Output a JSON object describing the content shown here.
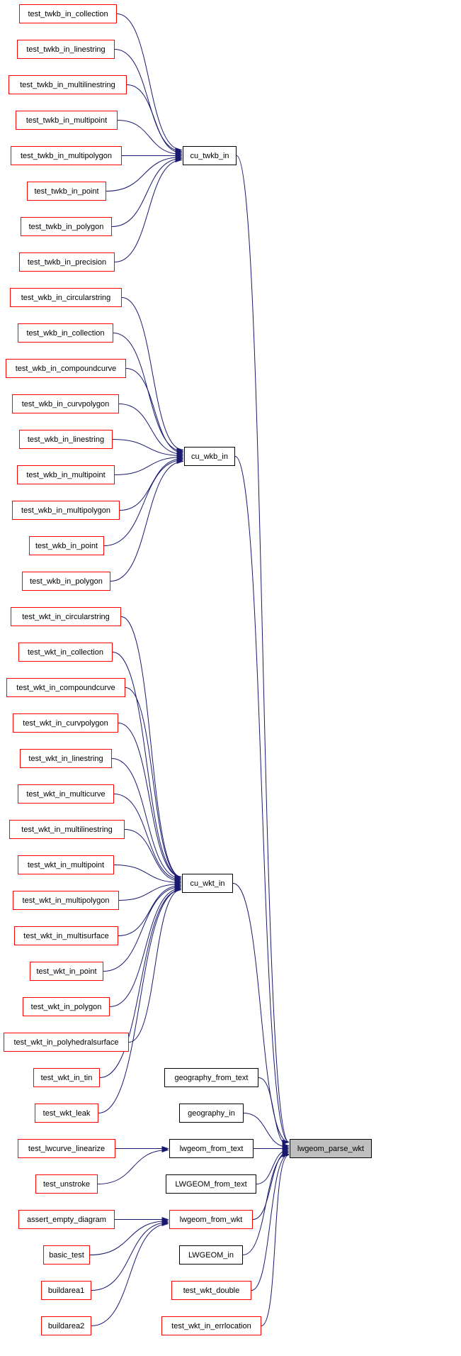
{
  "diagram": {
    "type": "call-graph",
    "target_function": "lwgeom_parse_wkt"
  },
  "colors": {
    "background": "#ffffff",
    "node_border": "#000000",
    "truncated_node_border": "#ff0000",
    "target_node_fill": "#bfbfbf",
    "edge": "#191970",
    "text": "#000000"
  },
  "nodes": {
    "test_twkb_in_collection": "test_twkb_in_collection",
    "test_twkb_in_linestring": "test_twkb_in_linestring",
    "test_twkb_in_multilinestring": "test_twkb_in_multilinestring",
    "test_twkb_in_multipoint": "test_twkb_in_multipoint",
    "test_twkb_in_multipolygon": "test_twkb_in_multipolygon",
    "test_twkb_in_point": "test_twkb_in_point",
    "test_twkb_in_polygon": "test_twkb_in_polygon",
    "test_twkb_in_precision": "test_twkb_in_precision",
    "cu_twkb_in": "cu_twkb_in",
    "test_wkb_in_circularstring": "test_wkb_in_circularstring",
    "test_wkb_in_collection": "test_wkb_in_collection",
    "test_wkb_in_compoundcurve": "test_wkb_in_compoundcurve",
    "test_wkb_in_curvpolygon": "test_wkb_in_curvpolygon",
    "test_wkb_in_linestring": "test_wkb_in_linestring",
    "test_wkb_in_multipoint": "test_wkb_in_multipoint",
    "test_wkb_in_multipolygon": "test_wkb_in_multipolygon",
    "test_wkb_in_point": "test_wkb_in_point",
    "test_wkb_in_polygon": "test_wkb_in_polygon",
    "cu_wkb_in": "cu_wkb_in",
    "test_wkt_in_circularstring": "test_wkt_in_circularstring",
    "test_wkt_in_collection": "test_wkt_in_collection",
    "test_wkt_in_compoundcurve": "test_wkt_in_compoundcurve",
    "test_wkt_in_curvpolygon": "test_wkt_in_curvpolygon",
    "test_wkt_in_linestring": "test_wkt_in_linestring",
    "test_wkt_in_multicurve": "test_wkt_in_multicurve",
    "test_wkt_in_multilinestring": "test_wkt_in_multilinestring",
    "test_wkt_in_multipoint": "test_wkt_in_multipoint",
    "test_wkt_in_multipolygon": "test_wkt_in_multipolygon",
    "test_wkt_in_multisurface": "test_wkt_in_multisurface",
    "test_wkt_in_point": "test_wkt_in_point",
    "test_wkt_in_polygon": "test_wkt_in_polygon",
    "test_wkt_in_polyhedralsurface": "test_wkt_in_polyhedralsurface",
    "test_wkt_in_tin": "test_wkt_in_tin",
    "test_wkt_leak": "test_wkt_leak",
    "cu_wkt_in": "cu_wkt_in",
    "test_lwcurve_linearize": "test_lwcurve_linearize",
    "test_unstroke": "test_unstroke",
    "assert_empty_diagram": "assert_empty_diagram",
    "basic_test": "basic_test",
    "buildarea1": "buildarea1",
    "buildarea2": "buildarea2",
    "geography_from_text": "geography_from_text",
    "geography_in": "geography_in",
    "lwgeom_from_text": "lwgeom_from_text",
    "LWGEOM_from_text": "LWGEOM_from_text",
    "lwgeom_from_wkt": "lwgeom_from_wkt",
    "LWGEOM_in": "LWGEOM_in",
    "test_wkt_double": "test_wkt_double",
    "test_wkt_in_errlocation": "test_wkt_in_errlocation",
    "lwgeom_parse_wkt": "lwgeom_parse_wkt"
  },
  "edges": [
    [
      "test_twkb_in_collection",
      "cu_twkb_in"
    ],
    [
      "test_twkb_in_linestring",
      "cu_twkb_in"
    ],
    [
      "test_twkb_in_multilinestring",
      "cu_twkb_in"
    ],
    [
      "test_twkb_in_multipoint",
      "cu_twkb_in"
    ],
    [
      "test_twkb_in_multipolygon",
      "cu_twkb_in"
    ],
    [
      "test_twkb_in_point",
      "cu_twkb_in"
    ],
    [
      "test_twkb_in_polygon",
      "cu_twkb_in"
    ],
    [
      "test_twkb_in_precision",
      "cu_twkb_in"
    ],
    [
      "test_wkb_in_circularstring",
      "cu_wkb_in"
    ],
    [
      "test_wkb_in_collection",
      "cu_wkb_in"
    ],
    [
      "test_wkb_in_compoundcurve",
      "cu_wkb_in"
    ],
    [
      "test_wkb_in_curvpolygon",
      "cu_wkb_in"
    ],
    [
      "test_wkb_in_linestring",
      "cu_wkb_in"
    ],
    [
      "test_wkb_in_multipoint",
      "cu_wkb_in"
    ],
    [
      "test_wkb_in_multipolygon",
      "cu_wkb_in"
    ],
    [
      "test_wkb_in_point",
      "cu_wkb_in"
    ],
    [
      "test_wkb_in_polygon",
      "cu_wkb_in"
    ],
    [
      "test_wkt_in_circularstring",
      "cu_wkt_in"
    ],
    [
      "test_wkt_in_collection",
      "cu_wkt_in"
    ],
    [
      "test_wkt_in_compoundcurve",
      "cu_wkt_in"
    ],
    [
      "test_wkt_in_curvpolygon",
      "cu_wkt_in"
    ],
    [
      "test_wkt_in_linestring",
      "cu_wkt_in"
    ],
    [
      "test_wkt_in_multicurve",
      "cu_wkt_in"
    ],
    [
      "test_wkt_in_multilinestring",
      "cu_wkt_in"
    ],
    [
      "test_wkt_in_multipoint",
      "cu_wkt_in"
    ],
    [
      "test_wkt_in_multipolygon",
      "cu_wkt_in"
    ],
    [
      "test_wkt_in_multisurface",
      "cu_wkt_in"
    ],
    [
      "test_wkt_in_point",
      "cu_wkt_in"
    ],
    [
      "test_wkt_in_polygon",
      "cu_wkt_in"
    ],
    [
      "test_wkt_in_polyhedralsurface",
      "cu_wkt_in"
    ],
    [
      "test_wkt_in_tin",
      "cu_wkt_in"
    ],
    [
      "test_wkt_leak",
      "cu_wkt_in"
    ],
    [
      "cu_twkb_in",
      "lwgeom_parse_wkt"
    ],
    [
      "cu_wkb_in",
      "lwgeom_parse_wkt"
    ],
    [
      "cu_wkt_in",
      "lwgeom_parse_wkt"
    ],
    [
      "geography_from_text",
      "lwgeom_parse_wkt"
    ],
    [
      "geography_in",
      "lwgeom_parse_wkt"
    ],
    [
      "lwgeom_from_text",
      "lwgeom_parse_wkt"
    ],
    [
      "LWGEOM_from_text",
      "lwgeom_parse_wkt"
    ],
    [
      "lwgeom_from_wkt",
      "lwgeom_parse_wkt"
    ],
    [
      "LWGEOM_in",
      "lwgeom_parse_wkt"
    ],
    [
      "test_wkt_double",
      "lwgeom_parse_wkt"
    ],
    [
      "test_wkt_in_errlocation",
      "lwgeom_parse_wkt"
    ],
    [
      "test_lwcurve_linearize",
      "lwgeom_from_text"
    ],
    [
      "test_unstroke",
      "lwgeom_from_text"
    ],
    [
      "assert_empty_diagram",
      "lwgeom_from_wkt"
    ],
    [
      "basic_test",
      "lwgeom_from_wkt"
    ],
    [
      "buildarea1",
      "lwgeom_from_wkt"
    ],
    [
      "buildarea2",
      "lwgeom_from_wkt"
    ]
  ]
}
